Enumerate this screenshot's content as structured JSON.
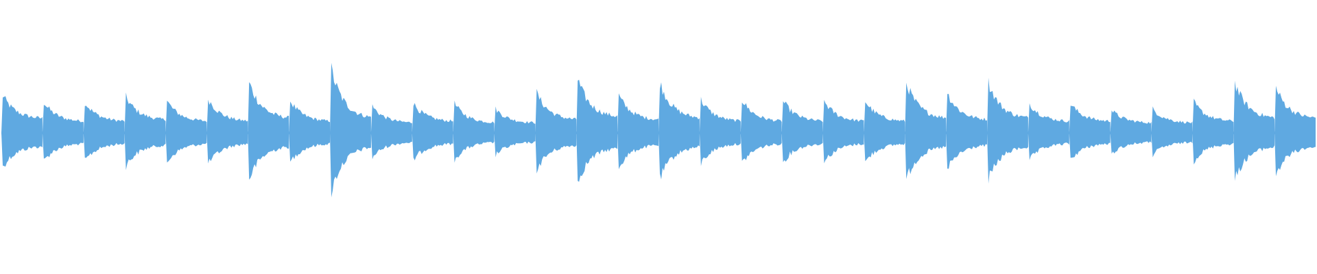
{
  "waveform": {
    "color": "#5fa9e1",
    "background": "#ffffff",
    "samples_visible": true,
    "beats": [
      {
        "peak": 0.28,
        "tail": 0.1
      },
      {
        "peak": 0.23,
        "tail": 0.08
      },
      {
        "peak": 0.23,
        "tail": 0.08
      },
      {
        "peak": 0.27,
        "tail": 0.09
      },
      {
        "peak": 0.24,
        "tail": 0.08
      },
      {
        "peak": 0.26,
        "tail": 0.08
      },
      {
        "peak": 0.38,
        "tail": 0.1
      },
      {
        "peak": 0.24,
        "tail": 0.08
      },
      {
        "peak": 0.48,
        "tail": 0.1
      },
      {
        "peak": 0.2,
        "tail": 0.07
      },
      {
        "peak": 0.22,
        "tail": 0.08
      },
      {
        "peak": 0.22,
        "tail": 0.07
      },
      {
        "peak": 0.18,
        "tail": 0.07
      },
      {
        "peak": 0.3,
        "tail": 0.09
      },
      {
        "peak": 0.4,
        "tail": 0.11
      },
      {
        "peak": 0.28,
        "tail": 0.09
      },
      {
        "peak": 0.38,
        "tail": 0.1
      },
      {
        "peak": 0.25,
        "tail": 0.08
      },
      {
        "peak": 0.25,
        "tail": 0.08
      },
      {
        "peak": 0.24,
        "tail": 0.08
      },
      {
        "peak": 0.24,
        "tail": 0.08
      },
      {
        "peak": 0.24,
        "tail": 0.08
      },
      {
        "peak": 0.38,
        "tail": 0.1
      },
      {
        "peak": 0.3,
        "tail": 0.09
      },
      {
        "peak": 0.38,
        "tail": 0.1
      },
      {
        "peak": 0.22,
        "tail": 0.08
      },
      {
        "peak": 0.22,
        "tail": 0.08
      },
      {
        "peak": 0.17,
        "tail": 0.07
      },
      {
        "peak": 0.18,
        "tail": 0.07
      },
      {
        "peak": 0.23,
        "tail": 0.08
      },
      {
        "peak": 0.38,
        "tail": 0.1
      },
      {
        "peak": 0.34,
        "tail": 0.1
      }
    ]
  }
}
